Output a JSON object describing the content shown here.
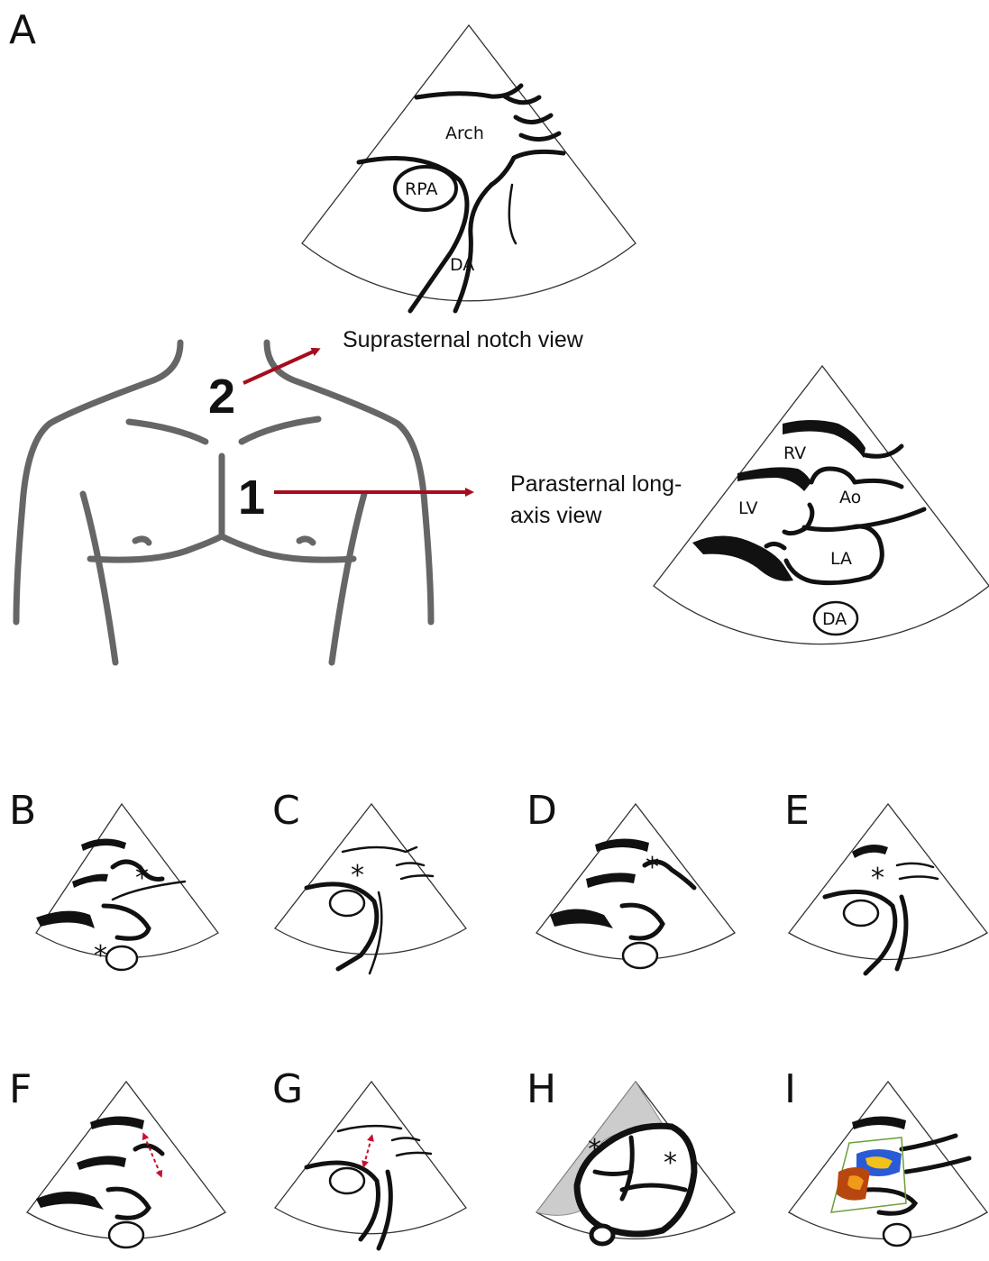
{
  "panels": {
    "A": "A",
    "B": "B",
    "C": "C",
    "D": "D",
    "E": "E",
    "F": "F",
    "G": "G",
    "H": "H",
    "I": "I"
  },
  "suprasternal": {
    "arch": "Arch",
    "rpa": "RPA",
    "da": "DA",
    "view_label": "Suprasternal notch view",
    "marker": "2"
  },
  "parasternal": {
    "rv": "RV",
    "ao": "Ao",
    "lv": "LV",
    "la": "LA",
    "da": "DA",
    "view_label_line1": "Parasternal long-",
    "view_label_line2": "axis view",
    "marker": "1"
  },
  "asterisk": "*",
  "colors": {
    "arrow": "#a50d1e",
    "outline": "#111111",
    "body": "#666666",
    "shade": "#cccccc"
  }
}
